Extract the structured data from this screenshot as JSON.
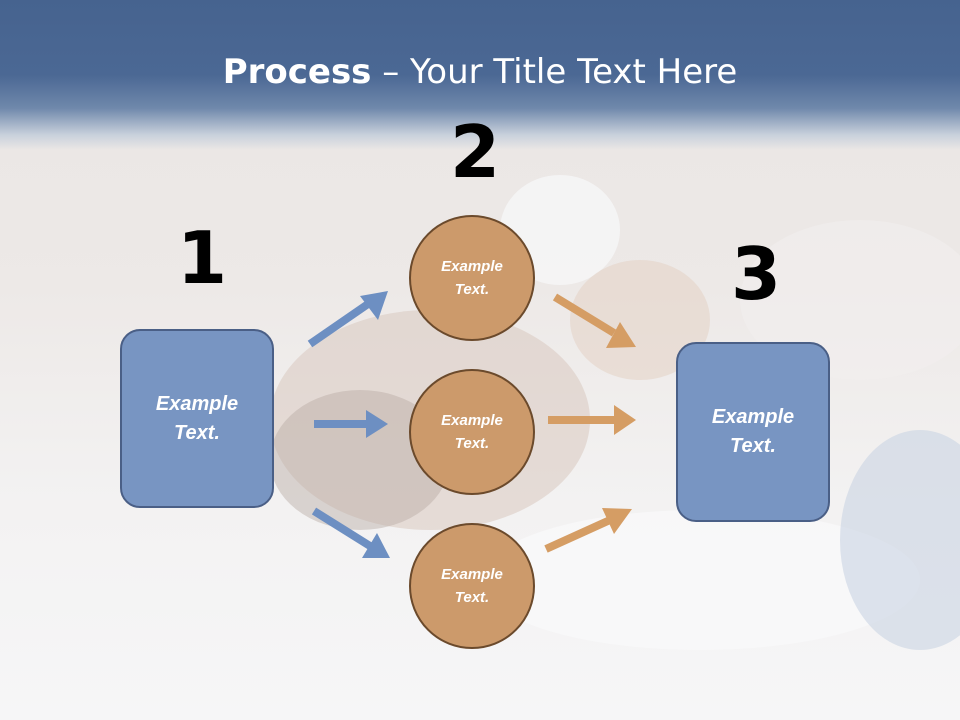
{
  "slide": {
    "title_bold": "Process",
    "title_rest": " – Your Title Text Here"
  },
  "steps": {
    "one": "1",
    "two": "2",
    "three": "3"
  },
  "boxes": {
    "left": "Example Text.",
    "right": "Example Text."
  },
  "circles": {
    "top": "Example Text.",
    "middle": "Example Text.",
    "bottom": "Example Text."
  },
  "colors": {
    "header": "#46638f",
    "box_fill": "#7895c2",
    "circle_fill": "#cc9a6b",
    "blue_arrow": "#6d8fc2",
    "orange_arrow": "#d59d64"
  }
}
